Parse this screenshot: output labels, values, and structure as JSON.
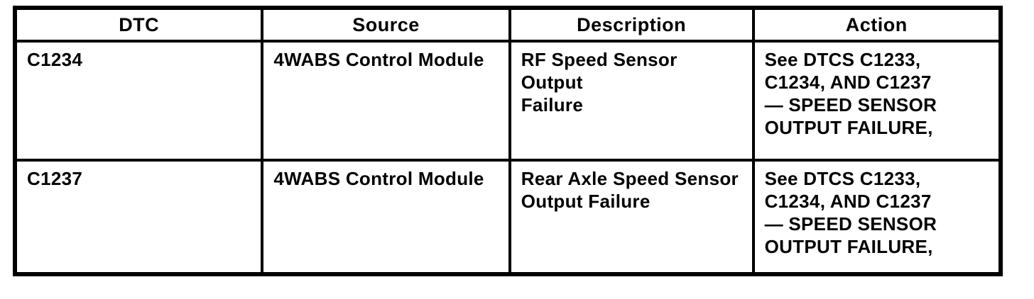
{
  "table": {
    "columns": [
      "DTC",
      "Source",
      "Description",
      "Action"
    ],
    "rows": [
      {
        "dtc": "C1234",
        "source": "4WABS Control Module",
        "description": "RF Speed Sensor Output\nFailure",
        "action": "See DTCS C1233,\nC1234, AND C1237\n— SPEED SENSOR\nOUTPUT FAILURE,"
      },
      {
        "dtc": "C1237",
        "source": "4WABS Control Module",
        "description": "Rear Axle Speed Sensor\nOutput Failure",
        "action": "See DTCS C1233,\nC1234, AND C1237\n— SPEED SENSOR\nOUTPUT FAILURE,"
      }
    ]
  },
  "colors": {
    "border": "#000000",
    "text": "#000000",
    "background": "#ffffff"
  }
}
